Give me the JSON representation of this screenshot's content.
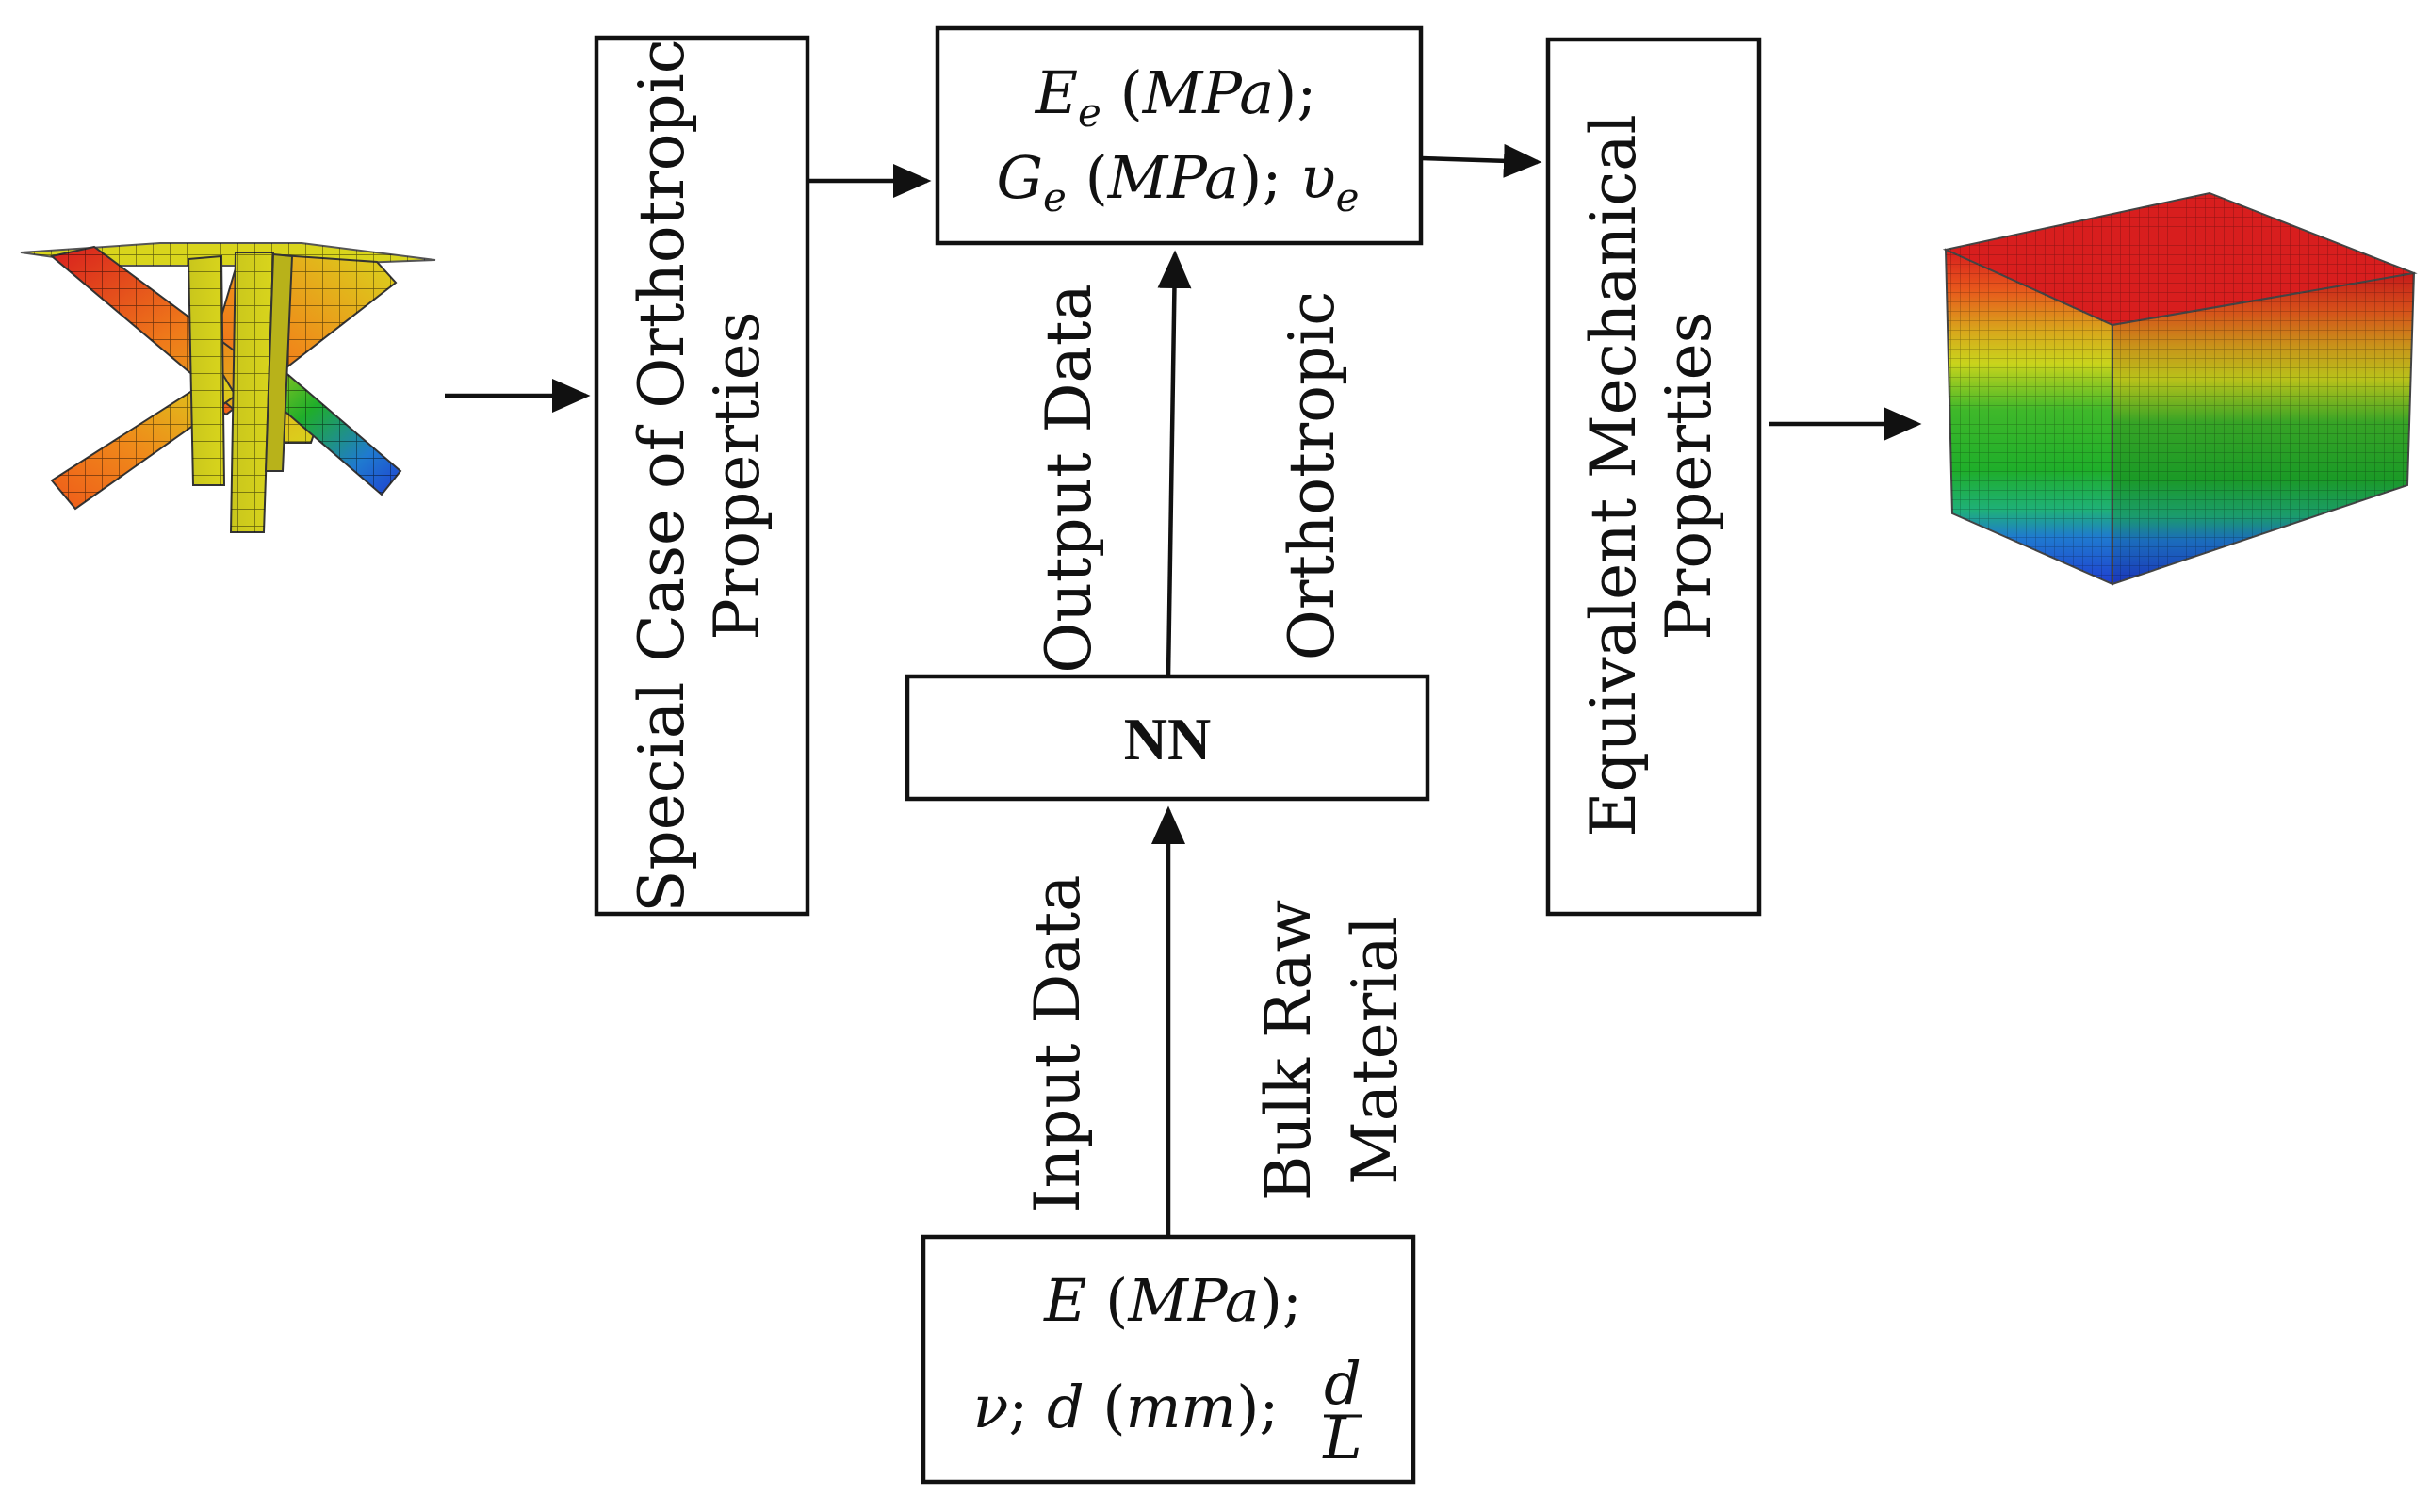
{
  "boxes": {
    "special_case": "Special Case of Orthotropic Properties",
    "special_case_line1": "Special Case of Orthotropic",
    "special_case_line2": "Properties",
    "output_line1": "Ee (MPa);",
    "output_line2": "Ge (MPa); υe",
    "equivalent_line1": "Equivalent Mechanical",
    "equivalent_line2": "Properties",
    "nn": "NN",
    "input_line1": "E (MPa);",
    "input_line2": "ν; d (mm); d/L"
  },
  "labels": {
    "output_data": "Output Data",
    "orthotropic": "Orthotropic",
    "input_data": "Input Data",
    "bulk_raw": "Bulk Raw",
    "material": "Material"
  },
  "colors": {
    "red": "#d81e1e",
    "orange": "#ef7a1a",
    "yellow": "#d9d51c",
    "green": "#1fae2a",
    "blue": "#1f3fd0"
  }
}
